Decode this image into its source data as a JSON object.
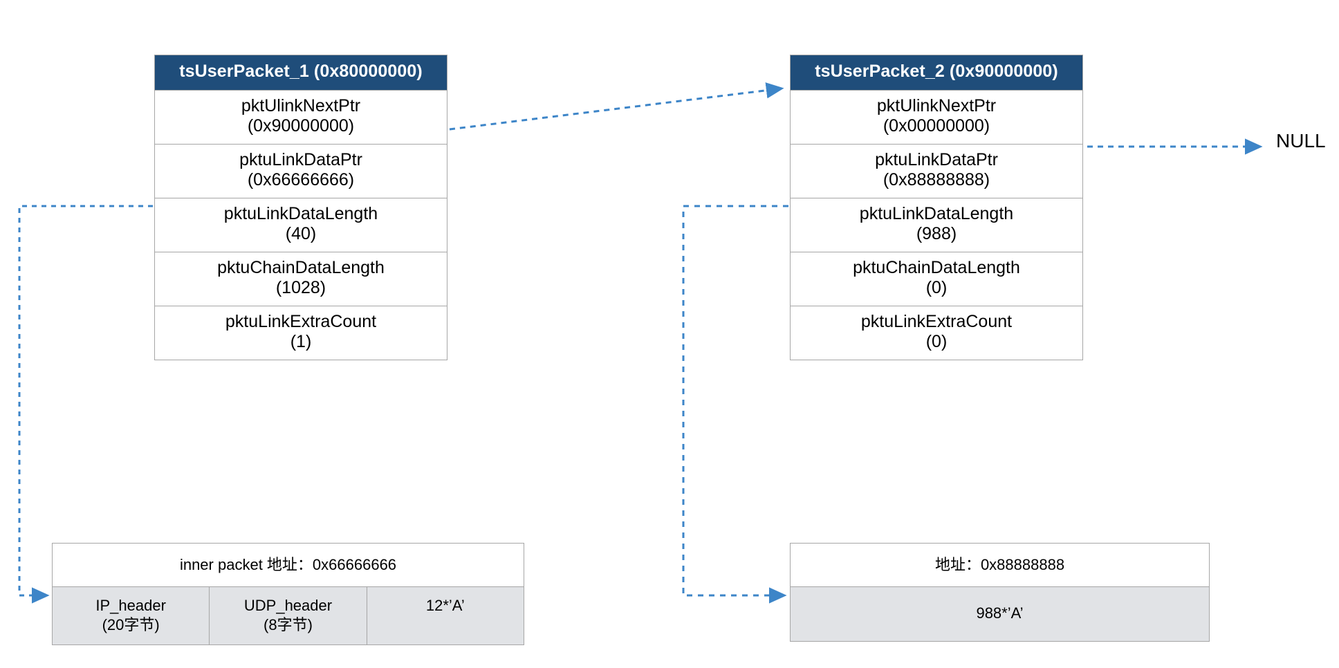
{
  "diagram": {
    "title": "tsUserPacket chain diagram",
    "accent_color": "#1f4d7a",
    "arrow_color": "#3d85c8",
    "border_color": "#a6a6a6",
    "cell_fill": "#e1e3e6"
  },
  "packet1": {
    "header_name": "tsUserPacket_1",
    "header_addr": "(0x80000000)",
    "rows": [
      {
        "name": "pktUlinkNextPtr",
        "value": "(0x90000000)"
      },
      {
        "name": "pktuLinkDataPtr",
        "value": "(0x66666666)"
      },
      {
        "name": "pktuLinkDataLength",
        "value": "(40)"
      },
      {
        "name": "pktuChainDataLength",
        "value": "(1028)"
      },
      {
        "name": "pktuLinkExtraCount",
        "value": "(1)"
      }
    ]
  },
  "packet2": {
    "header_name": "tsUserPacket_2",
    "header_addr": "(0x90000000)",
    "rows": [
      {
        "name": "pktUlinkNextPtr",
        "value": "(0x00000000)"
      },
      {
        "name": "pktuLinkDataPtr",
        "value": "(0x88888888)"
      },
      {
        "name": "pktuLinkDataLength",
        "value": "(988)"
      },
      {
        "name": "pktuChainDataLength",
        "value": "(0)"
      },
      {
        "name": "pktuLinkExtraCount",
        "value": "(0)"
      }
    ]
  },
  "null_label": "NULL",
  "buffer1": {
    "title": "inner packet 地址：0x66666666",
    "cells": [
      {
        "line1": "IP_header",
        "line2": "(20字节)"
      },
      {
        "line1": "UDP_header",
        "line2": "(8字节)"
      },
      {
        "line1": "12*’A’",
        "line2": ""
      }
    ]
  },
  "buffer2": {
    "title": "地址：0x88888888",
    "cells": [
      {
        "line1": "988*’A’",
        "line2": ""
      }
    ]
  }
}
